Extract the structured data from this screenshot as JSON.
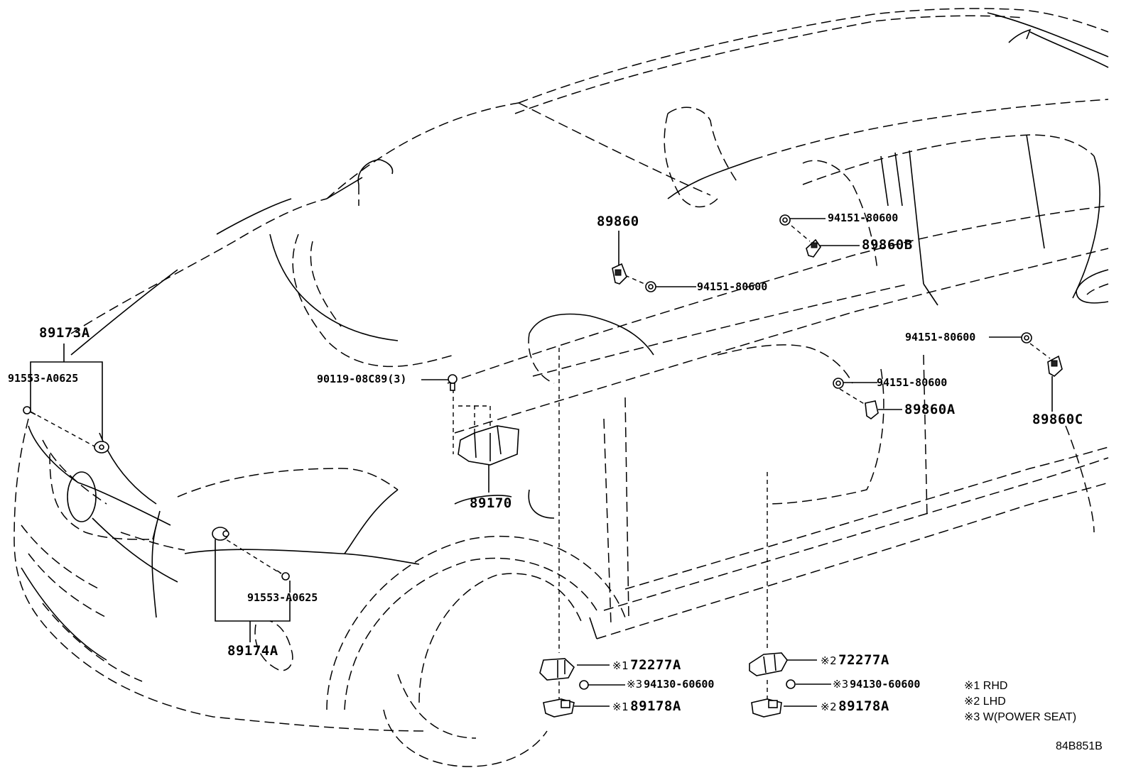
{
  "diagram": {
    "title_code": "84B851B",
    "subject": "Airbag sensor / SRS components (side view of vehicle front & doors)",
    "callouts": [
      {
        "id": "89173A",
        "label": "89173A",
        "kind": "part"
      },
      {
        "id": "91553-A0625-upper",
        "label": "91553-A0625",
        "kind": "bolt"
      },
      {
        "id": "90119-08C89",
        "label": "90119-08C89(3)",
        "kind": "bolt"
      },
      {
        "id": "89170",
        "label": "89170",
        "kind": "part"
      },
      {
        "id": "89860",
        "label": "89860",
        "kind": "part"
      },
      {
        "id": "94151-80600-a",
        "label": "94151-80600",
        "kind": "nut"
      },
      {
        "id": "94151-80600-b",
        "label": "94151-80600",
        "kind": "nut"
      },
      {
        "id": "89860B",
        "label": "89860B",
        "kind": "part"
      },
      {
        "id": "94151-80600-c",
        "label": "94151-80600",
        "kind": "nut"
      },
      {
        "id": "89860C",
        "label": "89860C",
        "kind": "part"
      },
      {
        "id": "94151-80600-d",
        "label": "94151-80600",
        "kind": "nut"
      },
      {
        "id": "89860A",
        "label": "89860A",
        "kind": "part"
      },
      {
        "id": "91553-A0625-lower",
        "label": "91553-A0625",
        "kind": "bolt"
      },
      {
        "id": "89174A",
        "label": "89174A",
        "kind": "part"
      }
    ],
    "seat_parts_rhd": [
      {
        "mark": "※1",
        "label": "72277A"
      },
      {
        "mark": "※3",
        "label": "94130-60600"
      },
      {
        "mark": "※1",
        "label": "89178A"
      }
    ],
    "seat_parts_lhd": [
      {
        "mark": "※2",
        "label": "72277A"
      },
      {
        "mark": "※3",
        "label": "94130-60600"
      },
      {
        "mark": "※2",
        "label": "89178A"
      }
    ],
    "legend": [
      {
        "mark": "※1",
        "text": "RHD"
      },
      {
        "mark": "※2",
        "text": "LHD"
      },
      {
        "mark": "※3",
        "text": "W(POWER SEAT)"
      }
    ]
  }
}
